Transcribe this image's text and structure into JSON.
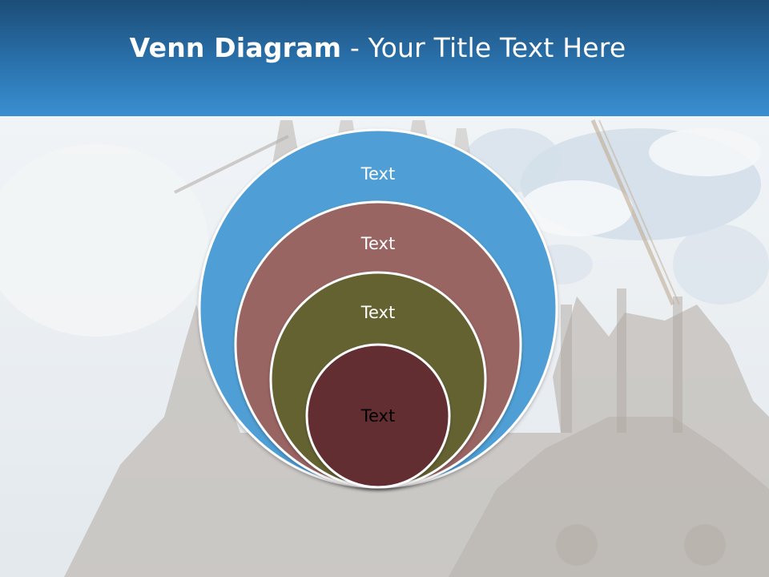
{
  "slide": {
    "title_bold": "Venn Diagram",
    "title_rest": " - Your Title Text Here"
  },
  "colors": {
    "header_dark": "#1c4d77",
    "header_light": "#3a8fd0",
    "circle_outer": "#4f9fd6",
    "circle_second": "#996564",
    "circle_third": "#656233",
    "circle_inner": "#632f30"
  },
  "diagram": {
    "labels": [
      "Text",
      "Text",
      "Text",
      "Text"
    ]
  }
}
